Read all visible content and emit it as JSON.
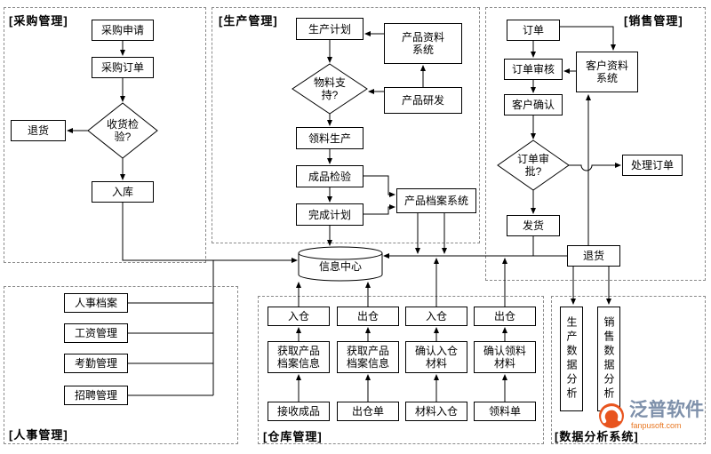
{
  "sections": {
    "purchase": {
      "label": "[采购管理]",
      "nodes": {
        "request": "采购申请",
        "order": "采购订单",
        "inspect": "收货检验?",
        "return_goods": "退货",
        "stock_in": "入库"
      }
    },
    "production": {
      "label": "[生产管理]",
      "nodes": {
        "plan": "生产计划",
        "data_system": "产品资料系统",
        "material_support": "物料支持?",
        "rnd": "产品研发",
        "picking": "领料生产",
        "qa": "成品检验",
        "complete": "完成计划",
        "archive_system": "产品档案系统"
      }
    },
    "sales": {
      "label": "[销售管理]",
      "nodes": {
        "order": "订单",
        "review": "订单审核",
        "customer_system": "客户资料系统",
        "confirm": "客户确认",
        "approve": "订单审批?",
        "handle": "处理订单",
        "ship": "发货",
        "return_goods": "退货"
      }
    },
    "hr": {
      "label": "[人事管理]",
      "nodes": {
        "files": "人事档案",
        "salary": "工资管理",
        "attendance": "考勤管理",
        "recruit": "招聘管理"
      }
    },
    "warehouse": {
      "label": "[仓库管理]",
      "nodes": {
        "in1": "入仓",
        "out1": "出仓",
        "in2": "入仓",
        "out2": "出仓",
        "get_archive1": "获取产品档案信息",
        "get_archive2": "获取产品档案信息",
        "confirm_in": "确认入仓材料",
        "confirm_pick": "确认领料材料",
        "receive_finished": "接收成品",
        "out_order": "出仓单",
        "material_in": "材料入仓",
        "pick_order": "领料单"
      }
    },
    "analysis": {
      "label": "[数据分析系统]",
      "nodes": {
        "production_analysis": "生产数据分析",
        "sales_analysis": "销售数据分析"
      }
    },
    "center": {
      "label": "信息中心"
    }
  },
  "watermark": {
    "name": "泛普软件",
    "domain": "fanpusoft.com"
  },
  "colors": {
    "line": "#000000",
    "dashed_border": "#8a8a8a",
    "watermark_name": "#7e90aa",
    "watermark_domain": "#e87722",
    "logo_orange": "#e8541e"
  }
}
